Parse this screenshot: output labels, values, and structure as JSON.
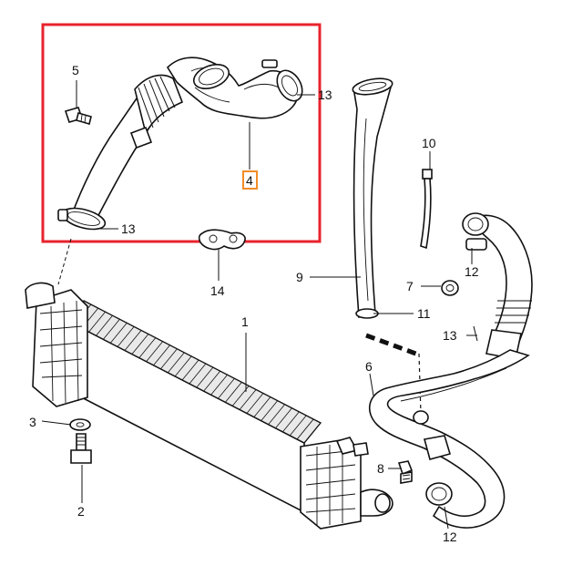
{
  "colors": {
    "highlight_frame": "#e8232d",
    "highlight_label_box": "#f28c28",
    "line": "#111111"
  },
  "callouts": {
    "c1": "1",
    "c2": "2",
    "c3": "3",
    "c4": "4",
    "c5": "5",
    "c6": "6",
    "c7": "7",
    "c8": "8",
    "c9": "9",
    "c10": "10",
    "c11": "11",
    "c12a": "12",
    "c12b": "12",
    "c13a": "13",
    "c13b": "13",
    "c13c": "13",
    "c14": "14"
  }
}
